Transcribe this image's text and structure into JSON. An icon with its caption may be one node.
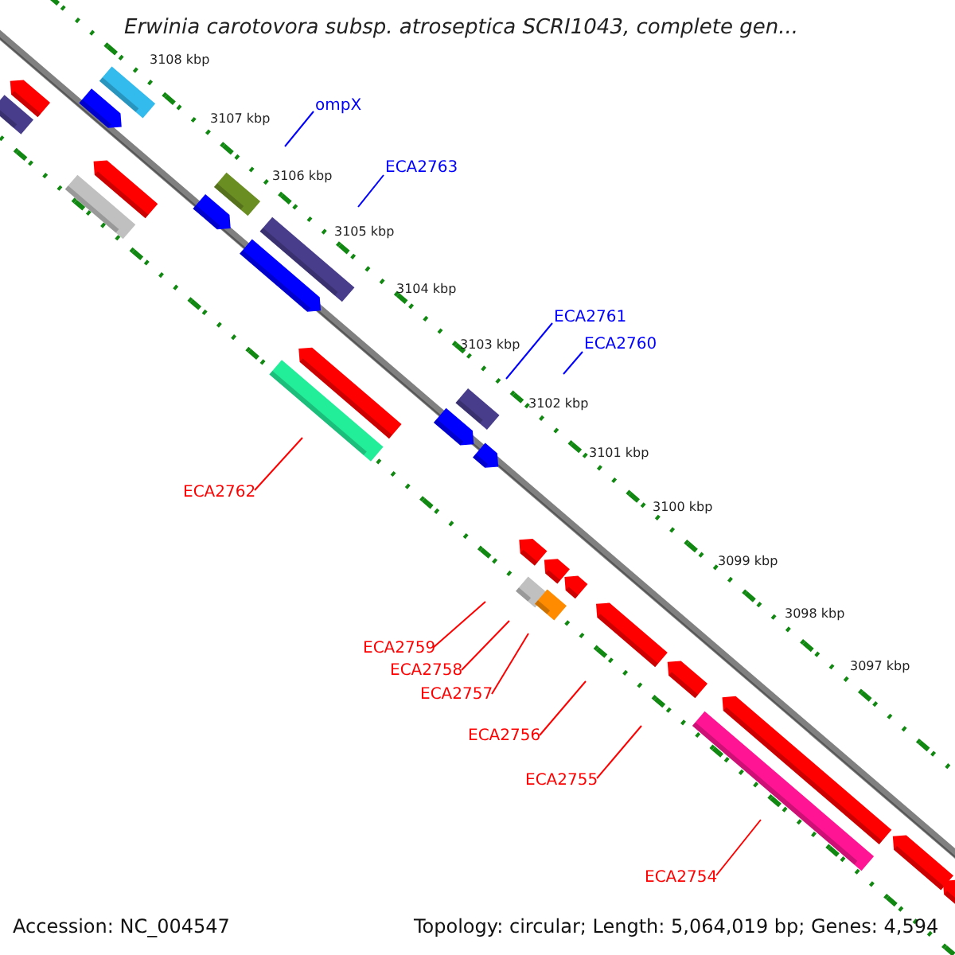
{
  "diagram": {
    "title": "Erwinia carotovora subsp. atroseptica SCRI1043, complete gen...",
    "nodes": [
      {
        "text": [
          "ompX"
        ]
      },
      {
        "text": [
          "ECA2763"
        ]
      },
      {
        "text": [
          "ECA2761"
        ]
      },
      {
        "text": [
          "ECA2760"
        ]
      },
      {
        "text": [
          "ECA2762"
        ]
      },
      {
        "text": [
          "ECA2759"
        ]
      },
      {
        "text": [
          "ECA2758"
        ]
      },
      {
        "text": [
          "ECA2757"
        ]
      },
      {
        "text": [
          "ECA2756"
        ]
      },
      {
        "text": [
          "ECA2755"
        ]
      },
      {
        "text": [
          "ECA2754"
        ]
      }
    ],
    "edges": [
      {
        "from": 0,
        "to": null,
        "arrow": "none",
        "color": "#0000ff"
      },
      {
        "from": 1,
        "to": null,
        "arrow": "none",
        "color": "#0000ff"
      },
      {
        "from": 2,
        "to": null,
        "arrow": "none",
        "color": "#0000ff"
      },
      {
        "from": 3,
        "to": null,
        "arrow": "none",
        "color": "#0000ff"
      },
      {
        "from": 4,
        "to": null,
        "arrow": "none"
      },
      {
        "from": 5,
        "to": null,
        "arrow": "none"
      },
      {
        "from": 6,
        "to": null,
        "arrow": "none"
      },
      {
        "from": 7,
        "to": null,
        "arrow": "none"
      },
      {
        "from": 8,
        "to": null,
        "arrow": "none"
      },
      {
        "from": 9,
        "to": null,
        "arrow": "none"
      },
      {
        "from": 10,
        "to": null,
        "arrow": "none"
      }
    ],
    "labels": [
      "3108 kbp",
      "3107 kbp",
      "3106 kbp",
      "3105 kbp",
      "3104 kbp",
      "3103 kbp",
      "3102 kbp",
      "3101 kbp",
      "3100 kbp",
      "3099 kbp",
      "3098 kbp",
      "3097 kbp",
      "Accession: NC_004547",
      "Topology: circular; Length: 5,064,019 bp; Genes: 4,594"
    ]
  }
}
